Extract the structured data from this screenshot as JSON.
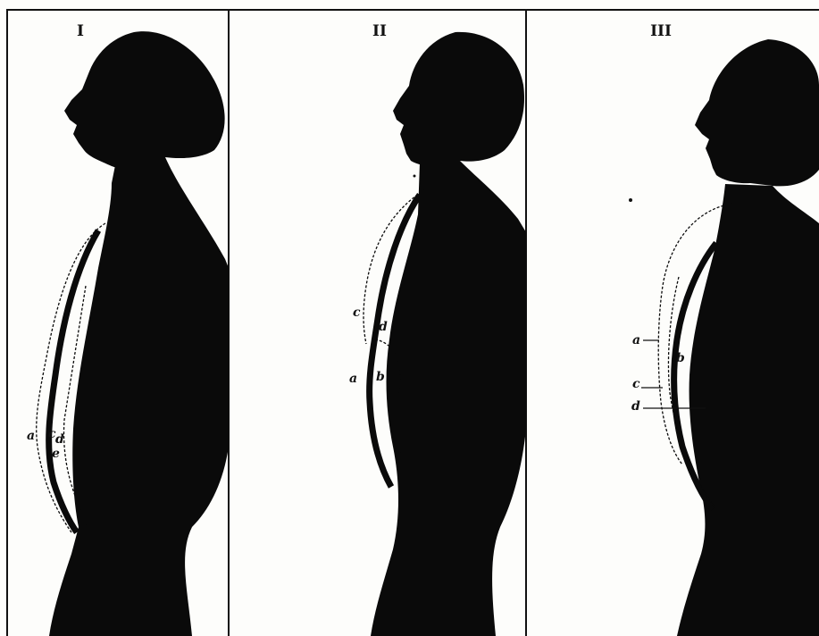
{
  "colors": {
    "ink": "#0a0a0a",
    "paper": "#fdfdfb"
  },
  "panels": [
    {
      "numeral": "I",
      "labels": [
        "a",
        "c",
        "d",
        "e"
      ]
    },
    {
      "numeral": "II",
      "labels": [
        "c",
        "d",
        "a",
        "b"
      ]
    },
    {
      "numeral": "III",
      "labels": [
        "a",
        "b",
        "c",
        "d"
      ]
    }
  ]
}
